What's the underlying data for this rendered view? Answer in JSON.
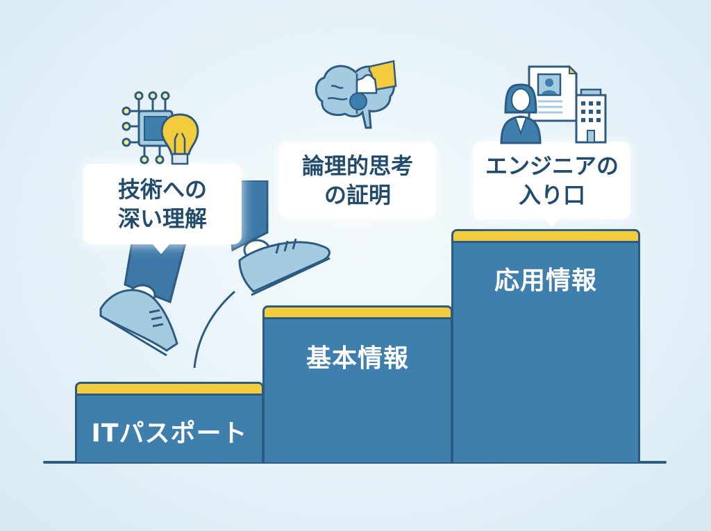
{
  "steps": [
    {
      "id": "it-passport",
      "label": "ITパスポート"
    },
    {
      "id": "basic-info",
      "label": "基本情報"
    },
    {
      "id": "applied-info",
      "label": "応用情報"
    }
  ],
  "callouts": [
    {
      "line1": "技術への",
      "line2": "深い理解",
      "icon": "chip-lightbulb-icon"
    },
    {
      "line1": "論理的思考",
      "line2": "の証明",
      "icon": "brain-puzzle-icon"
    },
    {
      "line1": "エンジニアの",
      "line2": "入り口",
      "icon": "engineer-resume-building-icon"
    }
  ],
  "colors": {
    "step_fill": "#3f7fae",
    "step_border": "#2c5b82",
    "step_cap": "#f4cb3c",
    "text_dark": "#234c6c"
  }
}
